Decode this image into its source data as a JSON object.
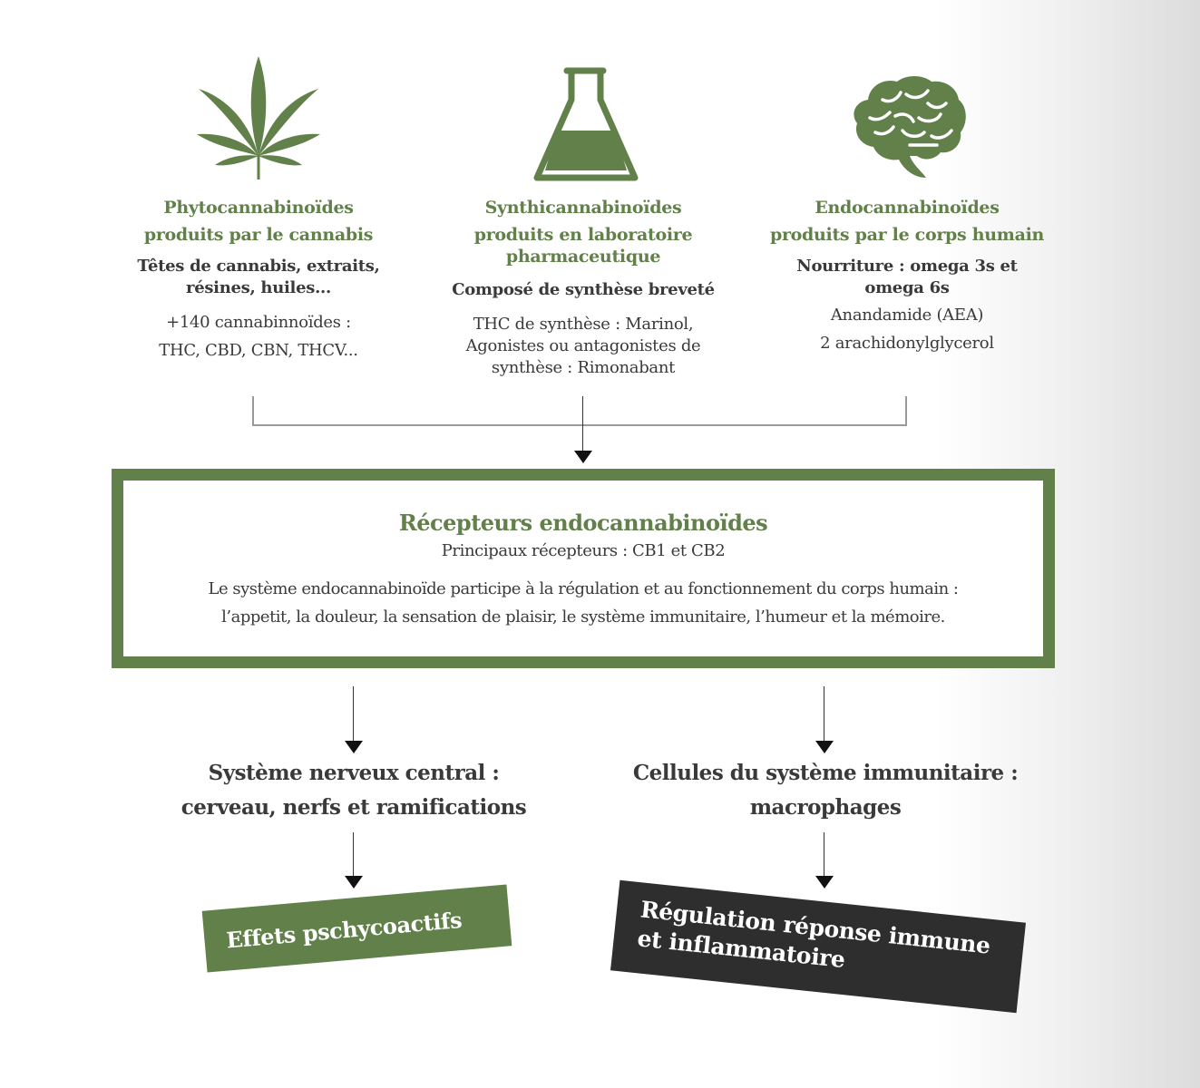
{
  "colors": {
    "accent_green": "#62804a",
    "text_dark": "#3a3a3a",
    "tag_dark": "#2e2e2e",
    "connector": "#9a9a9a"
  },
  "sources": [
    {
      "icon": "cannabis-leaf-icon",
      "title_line1": "Phytocannabinoïdes",
      "title_line2": "produits par le cannabis",
      "title_line3": "",
      "bold_line1": "Têtes de cannabis, extraits,",
      "bold_line2": "résines, huiles...",
      "detail_line1": "+140 cannabinnoïdes :",
      "detail_line2": "THC, CBD, CBN, THCV...",
      "detail_line3": ""
    },
    {
      "icon": "flask-icon",
      "title_line1": "Synthicannabinoïdes",
      "title_line2": "produits en laboratoire",
      "title_line3": "pharmaceutique",
      "bold_line1": "Composé de synthèse breveté",
      "bold_line2": "",
      "detail_line1": "THC de synthèse : Marinol,",
      "detail_line2": "Agonistes ou antagonistes de",
      "detail_line3": "synthèse : Rimonabant"
    },
    {
      "icon": "brain-icon",
      "title_line1": "Endocannabinoïdes",
      "title_line2": "produits par le corps humain",
      "title_line3": "",
      "bold_line1": "Nourriture : omega 3s et",
      "bold_line2": "omega 6s",
      "detail_line1": "Anandamide (AEA)",
      "detail_line2": "2 arachidonylglycerol",
      "detail_line3": ""
    }
  ],
  "receptors": {
    "title": "Récepteurs endocannabinoïdes",
    "subtitle": "Principaux récepteurs : CB1 et CB2",
    "description_line1": "Le système endocannabinoïde participe à la régulation et au fonctionnement du corps humain :",
    "description_line2": "l’appetit, la douleur, la sensation de plaisir, le système immunitaire, l’humeur et la mémoire."
  },
  "targets": [
    {
      "title_line1": "Système nerveux central :",
      "title_line2": "cerveau, nerfs et ramifications",
      "effect_line1": "Effets pschycoactifs",
      "effect_line2": ""
    },
    {
      "title_line1": "Cellules du système immunitaire :",
      "title_line2": "macrophages",
      "effect_line1": "Régulation réponse immune",
      "effect_line2": "et inflammatoire"
    }
  ]
}
